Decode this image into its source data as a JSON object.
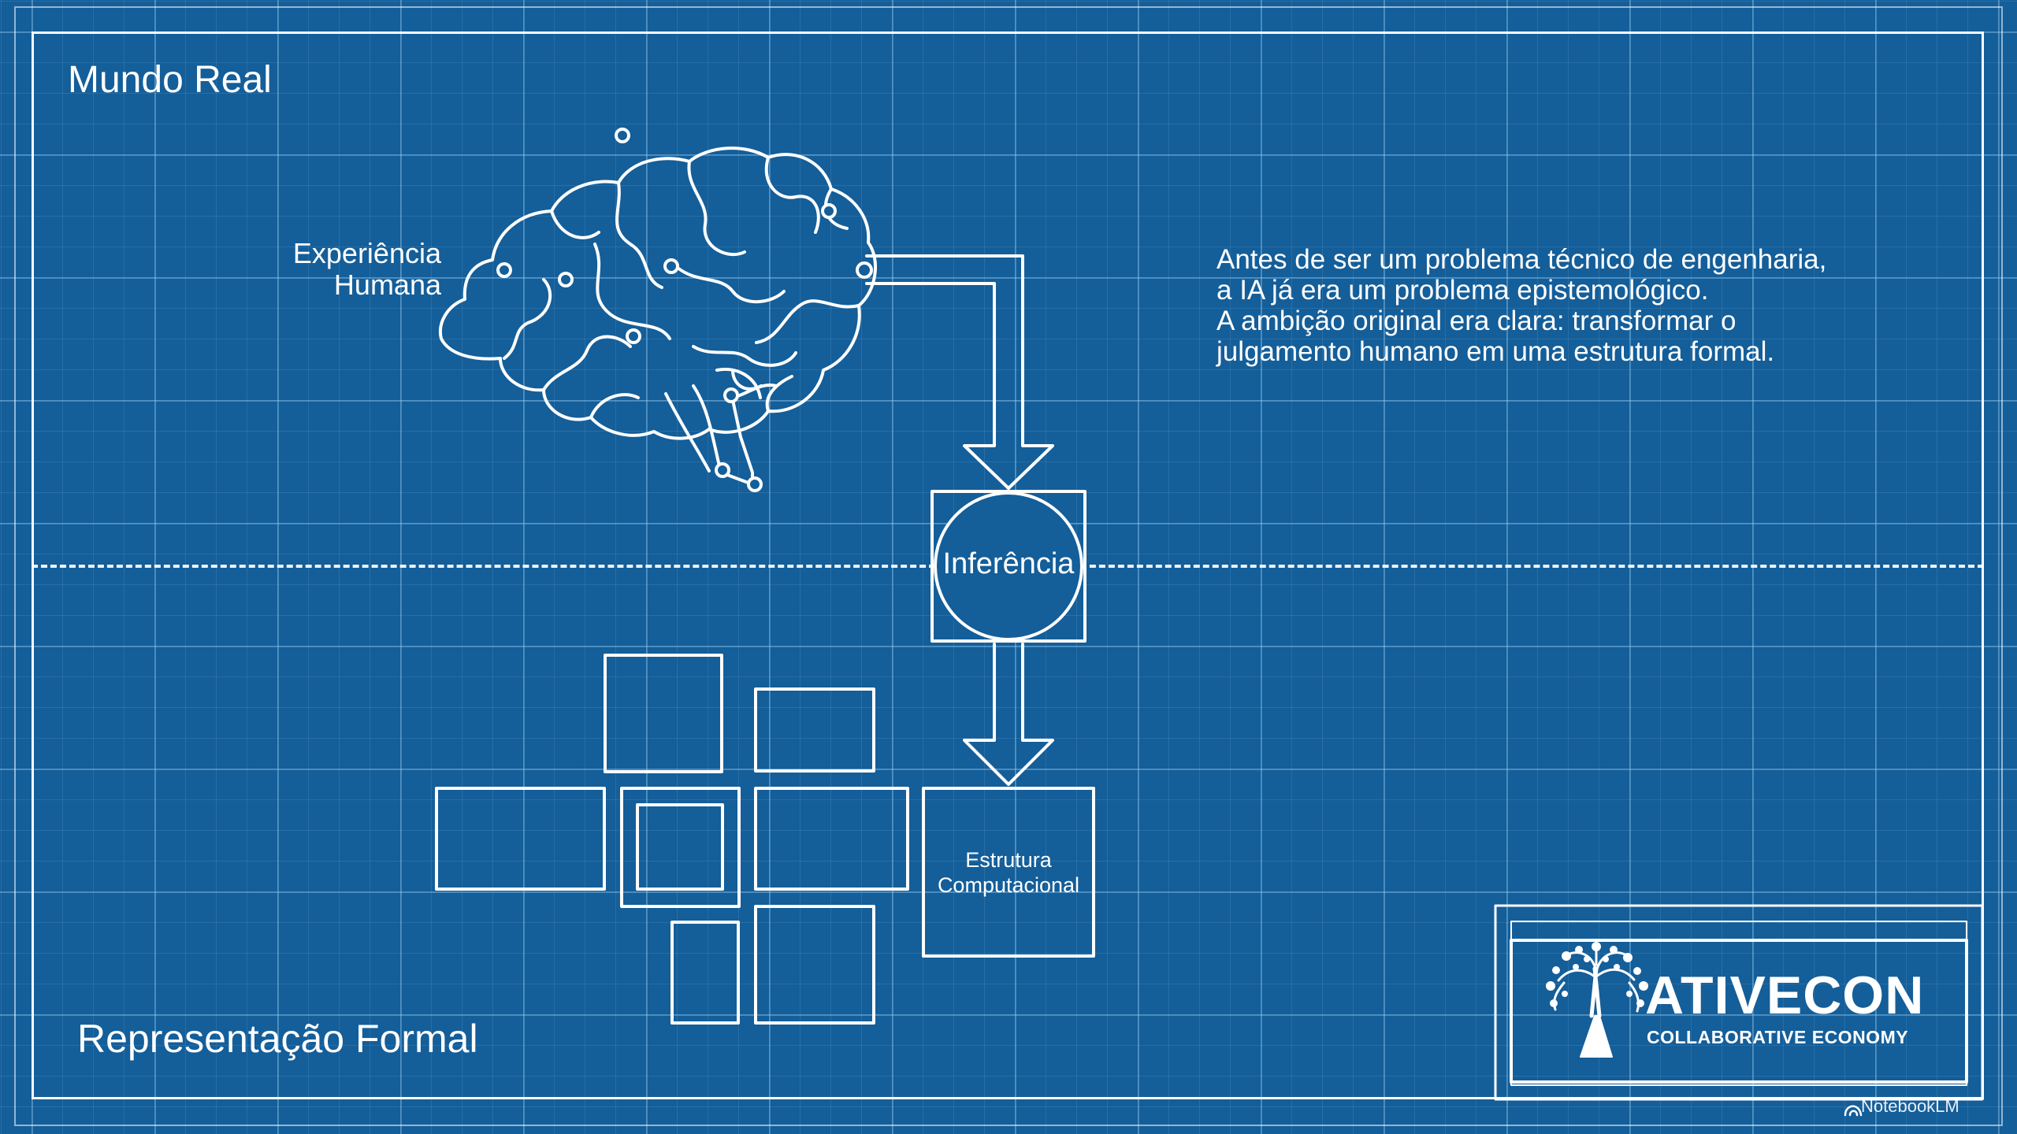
{
  "slide": {
    "top_label": "Mundo Real",
    "bottom_label": "Representação Formal",
    "brain_label_lines": [
      "Experiência",
      "Humana"
    ],
    "paragraph_lines": [
      "Antes de ser um problema técnico de engenharia,",
      "a IA já era um problema epistemológico.",
      "A ambição original era clara: transformar o",
      "julgamento humano em uma estrutura formal."
    ],
    "inference_label": "Inferência",
    "structure_label_lines": [
      "Estrutura",
      "Computacional"
    ]
  },
  "logo": {
    "name": "ATIVECON",
    "tagline": "COLLABORATIVE ECONOMY",
    "icon": "tree-icon"
  },
  "watermark": "NotebookLM",
  "colors": {
    "background": "#145e99",
    "line": "#ffffff",
    "grid": "#96cdf5"
  }
}
